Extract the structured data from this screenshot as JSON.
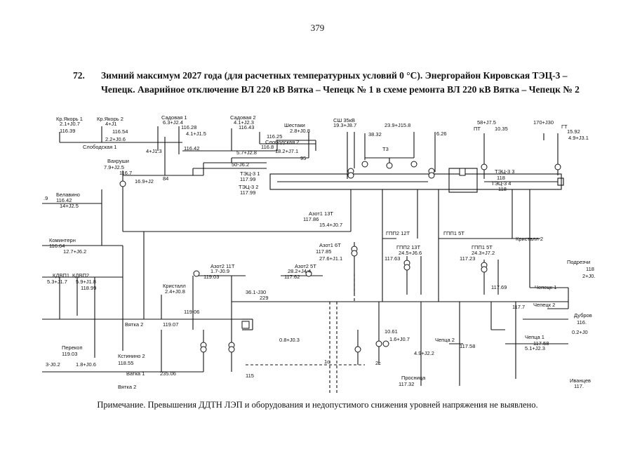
{
  "page_number": "379",
  "heading": {
    "number": "72.",
    "text": "Зимний максимум 2027 года (для расчетных температурных условий 0 °С). Энергорайон Кировская ТЭЦ-3 – Чепецк. Аварийное отключение ВЛ 220 кВ Вятка – Чепецк № 1 в схеме ремонта ВЛ 220 кВ Вятка – Чепецк № 2"
  },
  "note": "Примечание. Превышения ДДТН ЛЭП и оборудования и недопустимого снижения уровней напряжения не выявлено.",
  "diagram": {
    "labels": {
      "kr_yakor_1": "Кр.Якорь 1",
      "kr_yakor_1_flow": "2.1+J0.7",
      "kr_yakor_1_v": "116.39",
      "kr_yakor_2": "Кр.Якорь 2",
      "kr_yakor_2_flow": "4+J1",
      "kr_yakor_2_v": "116.54",
      "sadovaya_1": "Садовая 1",
      "sadovaya_1_flow": "6.3+J2.4",
      "sadovaya_1_v": "116.28",
      "sadovaya_2": "Садовая 2",
      "sadovaya_2_flow": "4.1+J2.3",
      "sadovaya_2_v": "116.43",
      "shestaki": "Шестаки",
      "shestaki_flow": "2.8+J0.8",
      "shestaki_v": "116.25",
      "ssh_35": "СШ 35кВ",
      "ssh_35_flow": "19.3+J8.7",
      "ssh_35_v": "38.32",
      "top_flow_23": "23.9+J15.8",
      "top_v_626": "6.26",
      "pt_flow": "58+J7.5",
      "pt_label": "ПТ",
      "pt_v": "10.35",
      "gt_flow": "170+J30",
      "gt_label": "ГТ",
      "gt_v": "15.92",
      "gt_aux": "4.9+J3.1",
      "f_22": "2.2+J0.6",
      "f_41": "4.1+J1.5",
      "f_57": "5.7+J2.8",
      "slob_1": "Слободская 1",
      "slob_1_flow": "4+J1.3",
      "slob_1_v": "116.42",
      "slob_2": "Слободская 2",
      "slob_2_v": "116.8",
      "slob_2_flow": "18.2+J7.1",
      "vakhrushi": "Вахруши",
      "vakhrushi_flow": "7.9+J2.5",
      "vakhrushi_v": "116.7",
      "vakhrushi_fl2": "16.9+J2",
      "f_50": "50-J6.2",
      "tets_1": "ТЭЦ-3 1",
      "tets_1_v": "117.99",
      "tets_2": "ТЭЦ-3 2",
      "tets_2_v": "117.99",
      "tets_3": "ТЭЦ-3 3",
      "tets_3_v": "118",
      "tets_4": "ТЭЦ-3 4",
      "tets_4_v": "118",
      "belavino": "Белавино",
      "belavino_v": "116.42",
      "belavino_flow": "14+J2.5",
      "azot1_13t": "Азот1 13Т",
      "azot1_13t_v": "117.86",
      "azot1_13t_flow": "15.4+J0.7",
      "azot1_6t": "Азот1 6Т",
      "azot1_6t_v": "117.85",
      "azot1_6t_flow": "27.6+J1.1",
      "gpp2_12t": "ГПП2 12Т",
      "gpp1_5t": "ГПП1 5Т",
      "gpp2_13t": "ГПП2 13Т",
      "gpp2_13t_flow": "24.5+J6.6",
      "gpp2_13t_v": "117.63",
      "gpp1_5t_b": "ГПП1 5Т",
      "gpp1_5t_b_flow": "24.3+J7.2",
      "gpp1_5t_b_v": "117.23",
      "kristall_2": "Кристалл 2",
      "kommunar": "Коминтерн",
      "kommunar_v": "116.64",
      "kommunar_flow": "12.7+J6.2",
      "kdvp1": "КДВП1",
      "kdvp1_flow": "5.3+J1.7",
      "kdvp2": "КДВП2",
      "kdvp2_flow": "5.9+J1.8",
      "kdvp2_v": "118.99",
      "azot2_11t": "Азот2 11Т",
      "azot2_11t_flow": "1.7-J0.9",
      "azot2_11t_v": "119.03",
      "azot2_5t": "Азот2 5Т",
      "azot2_5t_flow": "28.2+J4.4",
      "azot2_5t_v": "117.62",
      "kristall": "Кристалл",
      "kristall_flow": "2.4+J0.8",
      "kristall_v": "119.06",
      "f_361": "36.1-J30",
      "f_229": "229",
      "podrezch": "Подрезчи",
      "podrezch_v": "118",
      "podrezch_flow": "2+J0.",
      "kristall_v2": "117.69",
      "chepetsk_1": "Чепецк 1",
      "chepetsk_2": "Чепецк 2",
      "chepetsk_v": "117.7",
      "dubrovka": "Дубров",
      "dubrovka_v": "116.",
      "dubrovka_flow": "0.2+J0",
      "vyatka_2": "Вятка 2",
      "vyatka_2_v": "119.07",
      "vyatka_1": "Вятка 1",
      "vyatka_1_v": "235.06",
      "vyatka_2b": "Вятка 2",
      "vyatka_1b": "Ватка 1",
      "perekop": "Перекоп",
      "perekop_v": "119.03",
      "f_32": "3-J0.2",
      "f_18": "1.8+J0.6",
      "kstinino_2": "Кстинино 2",
      "kstinino_2_v": "118.55",
      "f_08": "0.8+J0.3",
      "f_1061": "10.61",
      "f_16": "1.6+J0.7",
      "chepetsk_2b": "Чепца 2",
      "chepetsk_2b_flow": "4.9+J2.2",
      "chepetsk_2b_v": "117.58",
      "chepetsk_1b": "Чепца 1",
      "chepetsk_1b_v": "117.58",
      "chepetsk_1b_flow": "5.1+J2.3",
      "prosnitsa": "Просница",
      "prosnitsa_v": "117.32",
      "ivantsevo": "Иванцев",
      "ivantsevo_v": "117.",
      "bus_95": "95",
      "bus_84": "84",
      "bus_1c": "1с",
      "bus_2c": "2с",
      "t3": "Т3",
      "v_115": "115",
      "f_left_p": ".9"
    }
  }
}
